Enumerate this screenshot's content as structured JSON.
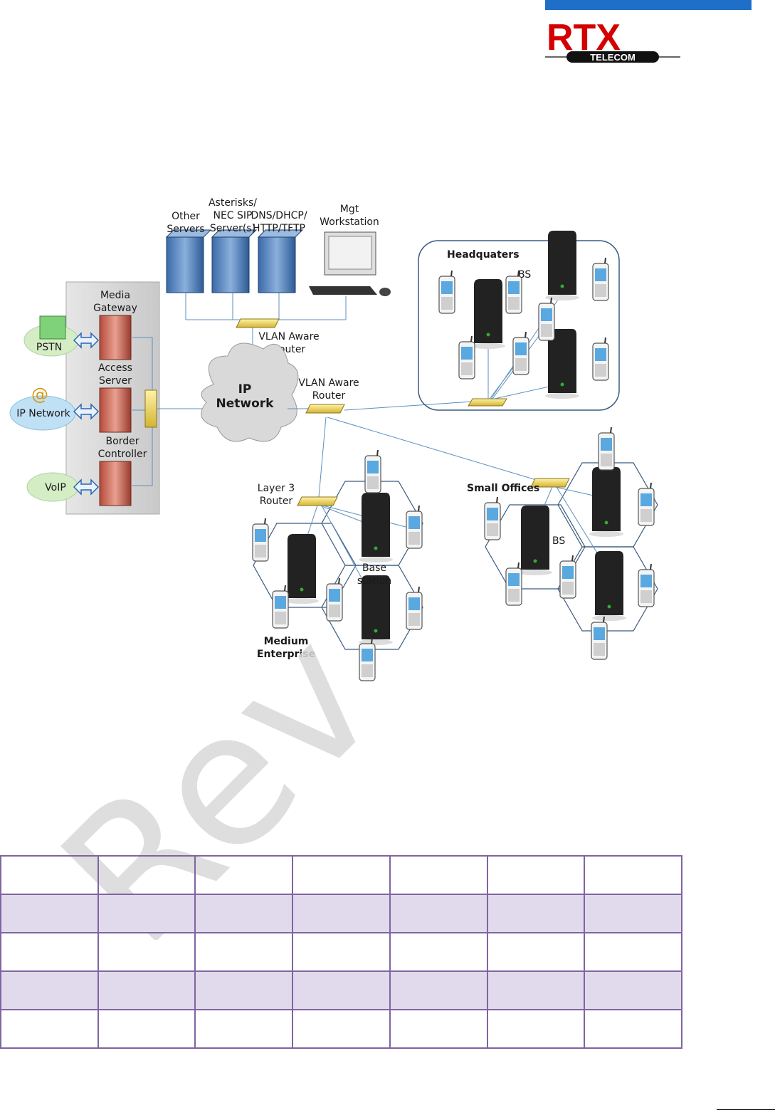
{
  "logo": {
    "brand": "RTX",
    "sub": "TELECOM",
    "bar_color": "#1f6fc8",
    "brand_color": "#d40000"
  },
  "diagram": {
    "servers": {
      "other": [
        "Other",
        "Servers"
      ],
      "asterisk": [
        "Asterisks/",
        "NEC SIP",
        "Server(s)"
      ],
      "dns": [
        "DNS/DHCP/",
        "HTTP/TFTP"
      ],
      "mgt": [
        "Mgt",
        "Workstation"
      ]
    },
    "router_top": [
      "VLAN Aware",
      "Router"
    ],
    "router_mid": [
      "VLAN Aware",
      "Router"
    ],
    "ip_cloud": [
      "IP",
      "Network"
    ],
    "gateway_panel": {
      "media": [
        "Media",
        "Gateway"
      ],
      "access": [
        "Access",
        "Server"
      ],
      "border": [
        "Border",
        "Controller"
      ]
    },
    "clouds": {
      "pstn": "PSTN",
      "ipnet": "IP Network",
      "voip": "VoIP"
    },
    "headquarters": {
      "title": "Headquaters",
      "bs": "BS"
    },
    "medium": {
      "router": [
        "Layer 3",
        "Router"
      ],
      "base": [
        "Base",
        "station"
      ],
      "title": [
        "Medium",
        "Enterprise"
      ]
    },
    "small": {
      "title": "Small Offices",
      "bs": "BS"
    }
  },
  "watermark": "Rev",
  "table": {
    "rows": 5,
    "cols": 7,
    "header_border_color": "#8064a2",
    "shade_color": "#e0daec"
  }
}
